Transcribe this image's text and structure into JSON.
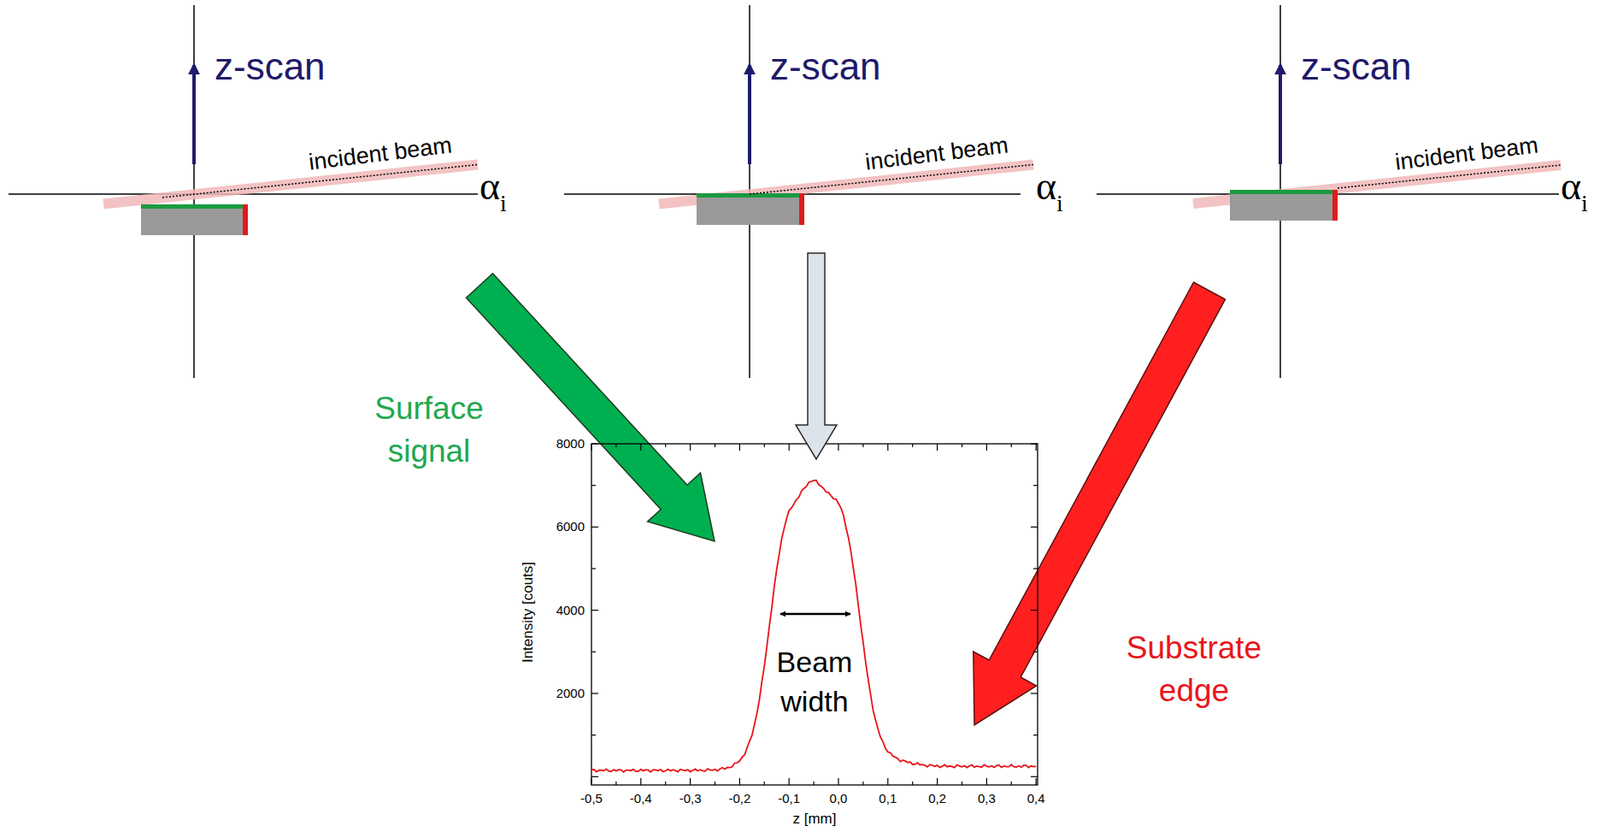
{
  "diagram": {
    "labels": [
      "z-scan",
      "incident beam",
      "α",
      "i",
      "z-scan",
      "incident beam",
      "α",
      "i",
      "z-scan",
      "incident beam",
      "α",
      "i",
      "Surface signal",
      "Beam width",
      "Substrate edge",
      "8000",
      "6000",
      "4000",
      "2000",
      "-0,5",
      "-0,4",
      "-0,3",
      "-0,2",
      "-0,1",
      "0,0",
      "0,1",
      "0,2",
      "0,3",
      "0,4",
      "Intensity [couts]",
      "z [mm]"
    ]
  }
}
